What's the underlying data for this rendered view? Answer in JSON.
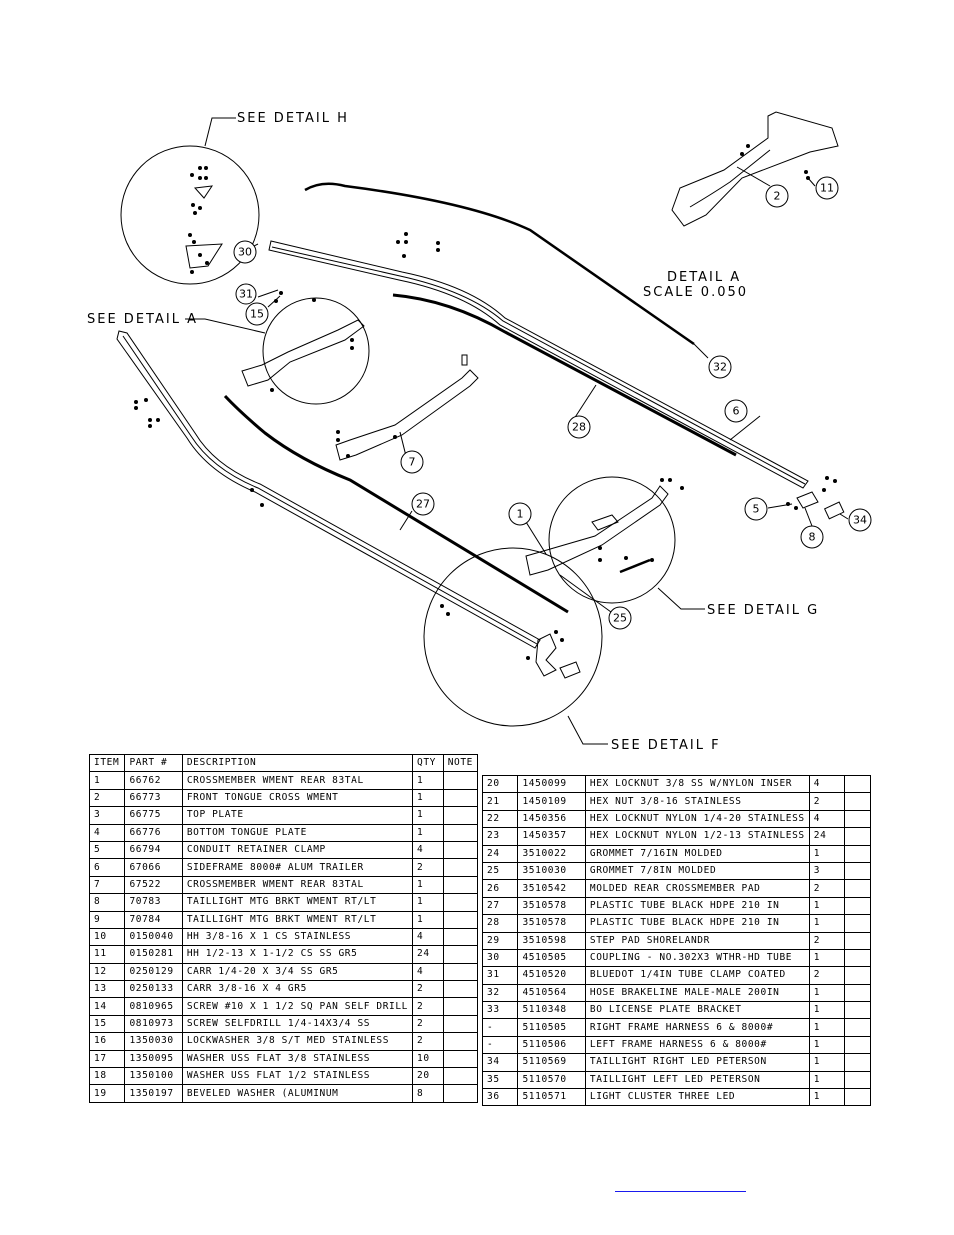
{
  "drawing": {
    "callouts": [
      {
        "id": "c2",
        "label": "2"
      },
      {
        "id": "c11",
        "label": "11"
      },
      {
        "id": "c30",
        "label": "30"
      },
      {
        "id": "c31",
        "label": "31"
      },
      {
        "id": "c15",
        "label": "15"
      },
      {
        "id": "c32",
        "label": "32"
      },
      {
        "id": "c6",
        "label": "6"
      },
      {
        "id": "c28",
        "label": "28"
      },
      {
        "id": "c7",
        "label": "7"
      },
      {
        "id": "c27",
        "label": "27"
      },
      {
        "id": "c1",
        "label": "1"
      },
      {
        "id": "c5",
        "label": "5"
      },
      {
        "id": "c34",
        "label": "34"
      },
      {
        "id": "c8",
        "label": "8"
      },
      {
        "id": "c25",
        "label": "25"
      }
    ],
    "labels": {
      "see_detail_h": "SEE DETAIL  H",
      "see_detail_a": "SEE DETAIL  A",
      "detail_a_title": "DETAIL  A",
      "detail_a_scale": "SCALE  0.050",
      "see_detail_g": "SEE DETAIL  G",
      "see_detail_f": "SEE DETAIL  F"
    }
  },
  "parts_table": {
    "headers": [
      "ITEM",
      "PART #",
      "DESCRIPTION",
      "QTY",
      "NOTE"
    ],
    "left_rows": [
      {
        "item": "1",
        "part": "66762",
        "desc": "CROSSMEMBER WMENT REAR 83TAL",
        "qty": "1",
        "note": ""
      },
      {
        "item": "2",
        "part": "66773",
        "desc": "FRONT TONGUE CROSS WMENT",
        "qty": "1",
        "note": ""
      },
      {
        "item": "3",
        "part": "66775",
        "desc": "TOP PLATE",
        "qty": "1",
        "note": ""
      },
      {
        "item": "4",
        "part": "66776",
        "desc": "BOTTOM TONGUE PLATE",
        "qty": "1",
        "note": ""
      },
      {
        "item": "5",
        "part": "66794",
        "desc": "CONDUIT RETAINER CLAMP",
        "qty": "4",
        "note": ""
      },
      {
        "item": "6",
        "part": "67066",
        "desc": "SIDEFRAME 8000# ALUM TRAILER",
        "qty": "2",
        "note": ""
      },
      {
        "item": "7",
        "part": "67522",
        "desc": "CROSSMEMBER WMENT REAR 83TAL",
        "qty": "1",
        "note": ""
      },
      {
        "item": "8",
        "part": "70783",
        "desc": "TAILLIGHT MTG BRKT WMENT RT/LT",
        "qty": "1",
        "note": ""
      },
      {
        "item": "9",
        "part": "70784",
        "desc": "TAILLIGHT MTG BRKT WMENT RT/LT",
        "qty": "1",
        "note": ""
      },
      {
        "item": "10",
        "part": "0150040",
        "desc": "HH 3/8-16 X 1 CS STAINLESS",
        "qty": "4",
        "note": ""
      },
      {
        "item": "11",
        "part": "0150281",
        "desc": "HH 1/2-13 X 1-1/2 CS SS GR5",
        "qty": "24",
        "note": ""
      },
      {
        "item": "12",
        "part": "0250129",
        "desc": "CARR 1/4-20 X 3/4 SS GR5",
        "qty": "4",
        "note": ""
      },
      {
        "item": "13",
        "part": "0250133",
        "desc": "CARR 3/8-16 X 4 GR5",
        "qty": "2",
        "note": ""
      },
      {
        "item": "14",
        "part": "0810965",
        "desc": "SCREW #10 X 1 1/2 SQ PAN SELF DRILL",
        "qty": "2",
        "note": ""
      },
      {
        "item": "15",
        "part": "0810973",
        "desc": "SCREW SELFDRILL  1/4-14X3/4 SS",
        "qty": "2",
        "note": ""
      },
      {
        "item": "16",
        "part": "1350030",
        "desc": "LOCKWASHER 3/8 S/T MED STAINLESS",
        "qty": "2",
        "note": ""
      },
      {
        "item": "17",
        "part": "1350095",
        "desc": "WASHER USS FLAT 3/8 STAINLESS",
        "qty": "10",
        "note": ""
      },
      {
        "item": "18",
        "part": "1350100",
        "desc": "WASHER USS FLAT 1/2 STAINLESS",
        "qty": "20",
        "note": ""
      },
      {
        "item": "19",
        "part": "1350197",
        "desc": "BEVELED WASHER (ALUMINUM",
        "qty": "8",
        "note": ""
      }
    ],
    "right_rows": [
      {
        "item": "20",
        "part": "1450099",
        "desc": "HEX LOCKNUT 3/8 SS W/NYLON INSER",
        "qty": "4",
        "note": ""
      },
      {
        "item": "21",
        "part": "1450109",
        "desc": "HEX NUT 3/8-16 STAINLESS",
        "qty": "2",
        "note": ""
      },
      {
        "item": "22",
        "part": "1450356",
        "desc": "HEX LOCKNUT NYLON 1/4-20 STAINLESS",
        "qty": "4",
        "note": ""
      },
      {
        "item": "23",
        "part": "1450357",
        "desc": "HEX LOCKNUT NYLON 1/2-13 STAINLESS",
        "qty": "24",
        "note": ""
      },
      {
        "item": "24",
        "part": "3510022",
        "desc": "GROMMET  7/16IN MOLDED",
        "qty": "1",
        "note": ""
      },
      {
        "item": "25",
        "part": "3510030",
        "desc": "GROMMET  7/8IN MOLDED",
        "qty": "3",
        "note": ""
      },
      {
        "item": "26",
        "part": "3510542",
        "desc": "MOLDED REAR CROSSMEMBER PAD",
        "qty": "2",
        "note": ""
      },
      {
        "item": "27",
        "part": "3510578",
        "desc": "PLASTIC TUBE BLACK HDPE 210 IN",
        "qty": "1",
        "note": ""
      },
      {
        "item": "28",
        "part": "3510578",
        "desc": "PLASTIC TUBE BLACK HDPE 210 IN",
        "qty": "1",
        "note": ""
      },
      {
        "item": "29",
        "part": "3510598",
        "desc": "STEP PAD SHORELANDR",
        "qty": "2",
        "note": ""
      },
      {
        "item": "30",
        "part": "4510505",
        "desc": "COUPLING - NO.302X3 WTHR-HD TUBE",
        "qty": "1",
        "note": ""
      },
      {
        "item": "31",
        "part": "4510520",
        "desc": "BLUEDOT 1/4IN TUBE CLAMP COATED",
        "qty": "2",
        "note": ""
      },
      {
        "item": "32",
        "part": "4510564",
        "desc": "HOSE BRAKELINE MALE-MALE 200IN",
        "qty": "1",
        "note": ""
      },
      {
        "item": "33",
        "part": "5110348",
        "desc": "BO LICENSE PLATE BRACKET",
        "qty": "1",
        "note": ""
      },
      {
        "item": "-",
        "part": "5110505",
        "desc": "RIGHT FRAME HARNESS 6 & 8000#",
        "qty": "1",
        "note": ""
      },
      {
        "item": "-",
        "part": "5110506",
        "desc": "LEFT FRAME HARNESS 6 & 8000#",
        "qty": "1",
        "note": ""
      },
      {
        "item": "34",
        "part": "5110569",
        "desc": "TAILLIGHT RIGHT LED PETERSON",
        "qty": "1",
        "note": ""
      },
      {
        "item": "35",
        "part": "5110570",
        "desc": "TAILLIGHT LEFT LED PETERSON",
        "qty": "1",
        "note": ""
      },
      {
        "item": "36",
        "part": "5110571",
        "desc": "LIGHT CLUSTER THREE LED",
        "qty": "1",
        "note": ""
      }
    ]
  }
}
